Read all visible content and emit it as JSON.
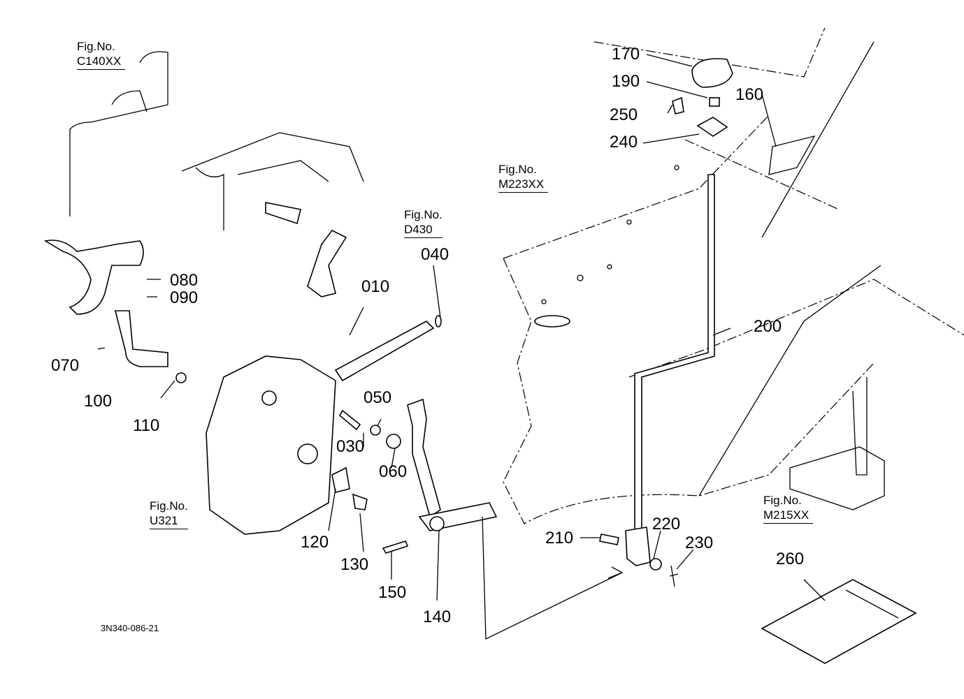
{
  "diagram": {
    "drawing_code": "3N340-086-21",
    "figure_refs": [
      {
        "id": "fig-c140xx",
        "prefix": "Fig.No.",
        "code": "C140XX"
      },
      {
        "id": "fig-d430",
        "prefix": "Fig.No.",
        "code": "D430"
      },
      {
        "id": "fig-m223xx",
        "prefix": "Fig.No.",
        "code": "M223XX"
      },
      {
        "id": "fig-u321",
        "prefix": "Fig.No.",
        "code": "U321"
      },
      {
        "id": "fig-m215xx",
        "prefix": "Fig.No.",
        "code": "M215XX"
      }
    ],
    "part_labels": [
      "010",
      "030",
      "040",
      "050",
      "060",
      "070",
      "080",
      "090",
      "100",
      "110",
      "120",
      "130",
      "140",
      "150",
      "160",
      "170",
      "190",
      "200",
      "210",
      "220",
      "230",
      "240",
      "250",
      "260"
    ]
  }
}
